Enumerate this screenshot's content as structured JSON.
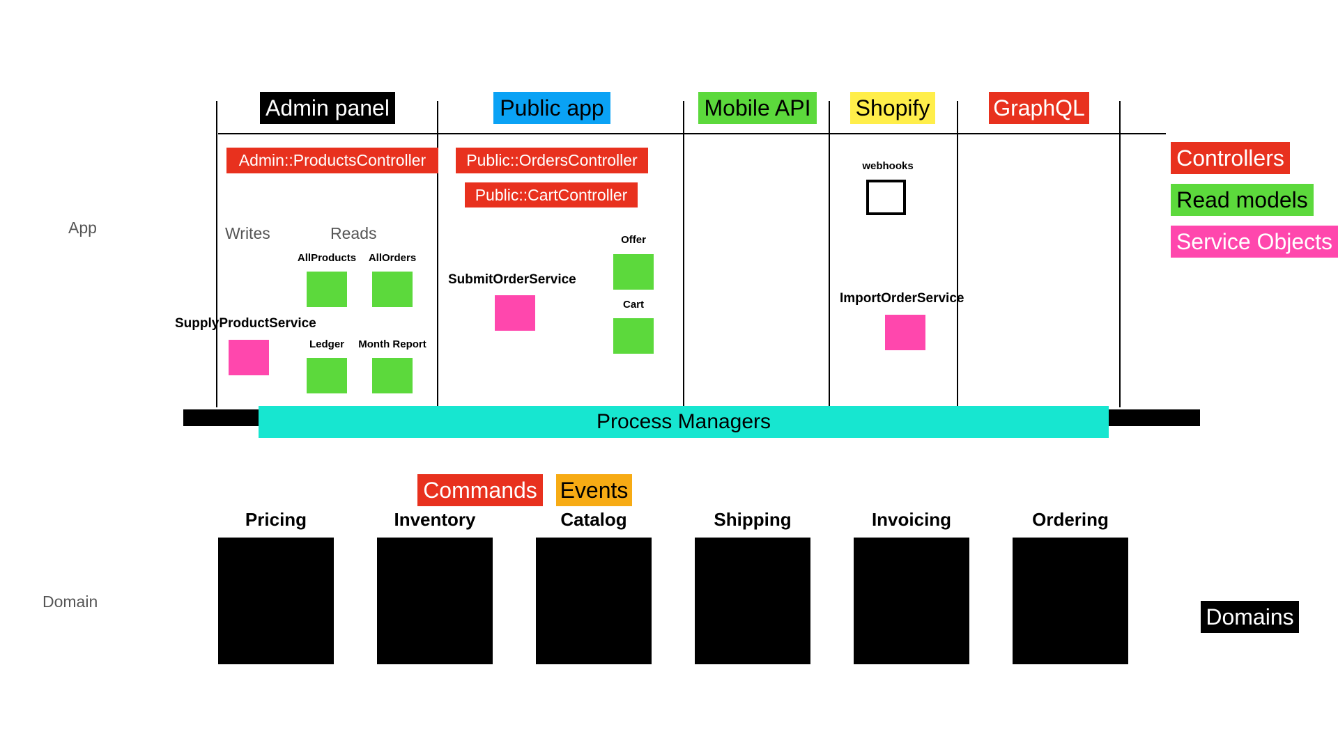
{
  "layers": {
    "app": "App",
    "domain": "Domain"
  },
  "columns": [
    {
      "label": "Admin panel",
      "bg": "#000000",
      "fg": "#ffffff"
    },
    {
      "label": "Public app",
      "bg": "#0aa2f5",
      "fg": "#000000"
    },
    {
      "label": "Mobile API",
      "bg": "#5cd93c",
      "fg": "#000000"
    },
    {
      "label": "Shopify",
      "bg": "#ffee4a",
      "fg": "#000000"
    },
    {
      "label": "GraphQL",
      "bg": "#e8311e",
      "fg": "#ffffff"
    }
  ],
  "controllers": {
    "admin_products": "Admin::ProductsController",
    "public_orders": "Public::OrdersController",
    "public_cart": "Public::CartController"
  },
  "admin": {
    "writes": "Writes",
    "reads": "Reads",
    "all_products": "AllProducts",
    "all_orders": "AllOrders",
    "ledger": "Ledger",
    "month_report": "Month Report",
    "supply_service": "SupplyProductService"
  },
  "public": {
    "submit_service": "SubmitOrderService",
    "offer": "Offer",
    "cart": "Cart"
  },
  "shopify": {
    "webhooks": "webhooks",
    "import_service": "ImportOrderService"
  },
  "process_managers": {
    "label": "Process Managers",
    "color": "#17e6d0"
  },
  "legend": {
    "controllers": "Controllers",
    "read_models": "Read models",
    "service_objects": "Service Objects",
    "domains": "Domains"
  },
  "domain_tags": {
    "commands": "Commands",
    "events": "Events"
  },
  "domains": [
    "Pricing",
    "Inventory",
    "Catalog",
    "Shipping",
    "Invoicing",
    "Ordering"
  ],
  "colors": {
    "controller_red": "#e8311e",
    "read_model_green": "#5cd93c",
    "service_pink": "#ff47ad",
    "event_orange": "#f7ab14"
  }
}
